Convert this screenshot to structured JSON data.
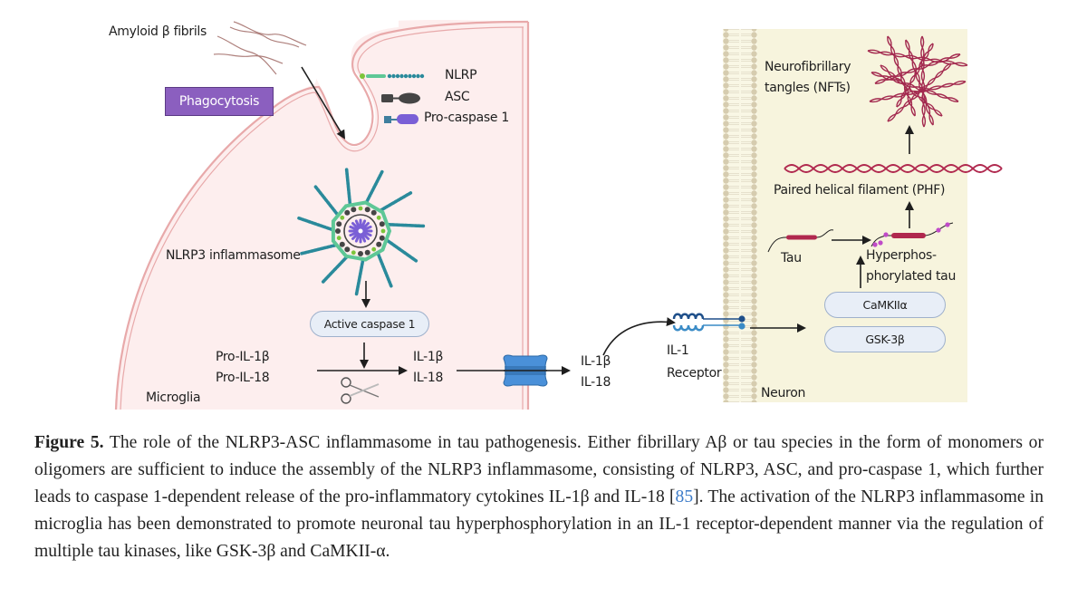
{
  "figure": {
    "microglia": {
      "cell_label": "Microglia",
      "amyloid_label": "Amyloid β fibrils",
      "phagocytosis_label": "Phagocytosis",
      "legend": [
        {
          "icon": "nlrp-protein-icon",
          "label": "NLRP"
        },
        {
          "icon": "asc-protein-icon",
          "label": "ASC"
        },
        {
          "icon": "pro-caspase-protein-icon",
          "label": "Pro-caspase 1"
        }
      ],
      "inflammasome_label": "NLRP3 inflammasome",
      "active_caspase_label": "Active caspase 1",
      "pro_cytokines": [
        "Pro-IL-1β",
        "Pro-IL-18"
      ],
      "cytokines": [
        "IL-1β",
        "IL-18"
      ]
    },
    "extracellular": {
      "cytokines": [
        "IL-1β",
        "IL-18"
      ],
      "receptor_label_line1": "IL-1",
      "receptor_label_line2": "Receptor"
    },
    "neuron": {
      "cell_label": "Neuron",
      "nft_label_line1": "Neurofibrillary",
      "nft_label_line2": "tangles (NFTs)",
      "phf_label": "Paired helical filament (PHF)",
      "tau_label": "Tau",
      "hyper_tau_line1": "Hyperphos-",
      "hyper_tau_line2": "phorylated tau",
      "kinases": [
        "CaMKIIα",
        "GSK-3β"
      ]
    },
    "colors": {
      "microglia_fill": "#fdeeee",
      "microglia_membrane": "#e8a9aa",
      "neuron_fill": "#f7f4dd",
      "lipid_bilayer": "#c9bb95",
      "phagocytosis_box": "#8b5fbf",
      "nlrp_teal": "#2a8a9b",
      "nlrp_green": "#5ec796",
      "asc_gray": "#454545",
      "caspase_purple": "#7a5fd6",
      "tau_crimson": "#b0284e",
      "phospho_magenta": "#c04bc8",
      "channel_blue": "#4a90d9",
      "kinase_pill": "#e8eef7",
      "reference_link": "#3d7cc9"
    }
  },
  "caption": {
    "label": "Figure 5.",
    "text_before_ref": " The role of the NLRP3-ASC inflammasome in tau pathogenesis. Either fibrillary Aβ or tau species in the form of monomers or oligomers are sufficient to induce the assembly of the NLRP3 inflammasome, consisting of NLRP3, ASC, and pro-caspase 1, which further leads to caspase 1-dependent release of the pro-inflammatory cytokines IL-1β and IL-18 [",
    "reference": "85",
    "text_after_ref": "]. The activation of the NLRP3 inflammasome in microglia has been demonstrated to promote neuronal tau hyperphosphorylation in an IL-1 receptor-dependent manner via the regulation of multiple tau kinases, like GSK-3β and CaMKII-α."
  }
}
